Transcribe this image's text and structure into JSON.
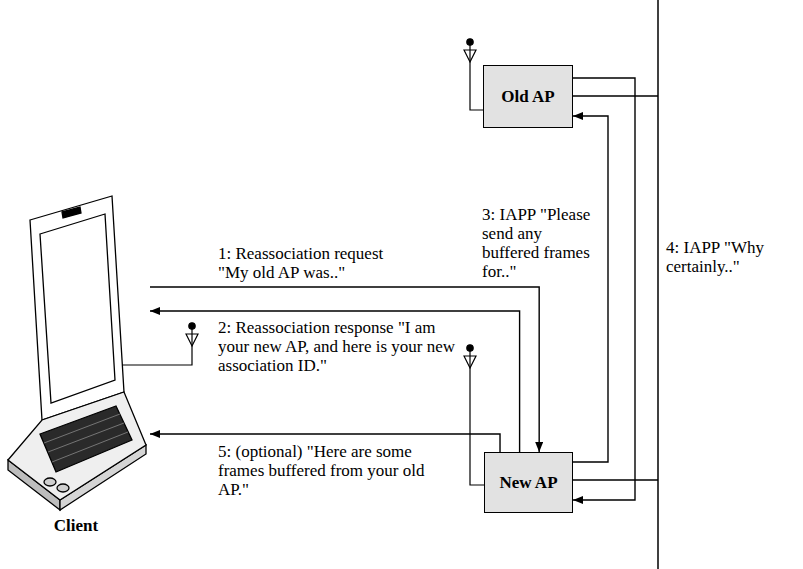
{
  "diagram": {
    "nodes": [
      {
        "text": [
          "Old AP"
        ]
      },
      {
        "text": [
          "Client"
        ]
      },
      {
        "text": [
          "New AP"
        ]
      }
    ],
    "edges": [
      {
        "from": 1,
        "to": 2,
        "arrow": "to",
        "label": "1: Reassociation request \"My old AP was..\""
      },
      {
        "from": 2,
        "to": 1,
        "arrow": "to",
        "label": "2: Reassociation response \"I am your new AP, and here is your new association ID.\""
      },
      {
        "from": 2,
        "to": 0,
        "arrow": "to",
        "label": "3: IAPP \"Please send any buffered frames for..\""
      },
      {
        "from": 0,
        "to": 2,
        "arrow": "to",
        "label": "4: IAPP \"Why certainly..\""
      },
      {
        "from": 2,
        "to": 1,
        "arrow": "to",
        "label": "5: (optional) \"Here are some frames buffered from your old AP.\""
      }
    ]
  }
}
